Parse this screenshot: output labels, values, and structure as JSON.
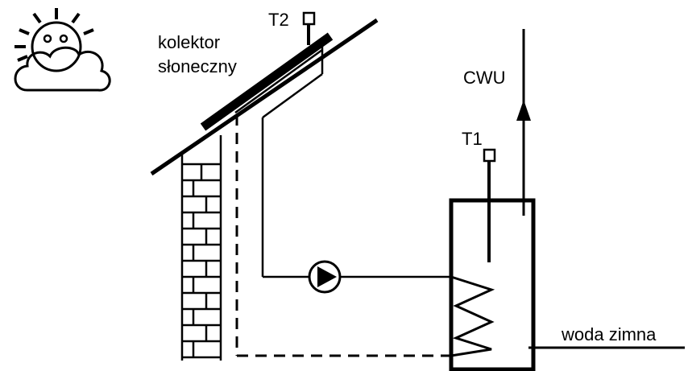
{
  "labels": {
    "collector_line1": "kolektor",
    "collector_line2": "słoneczny",
    "sensor_t2": "T2",
    "sensor_t1": "T1",
    "hot_water": "CWU",
    "cold_water": "woda zimna"
  },
  "icons": {
    "weather": "sun-behind-cloud-icon",
    "pump": "circulation-pump-icon",
    "coil": "heat-exchanger-coil-icon",
    "flow_arrow": "arrow-up-icon"
  },
  "colors": {
    "stroke": "#000000",
    "background": "#ffffff"
  }
}
